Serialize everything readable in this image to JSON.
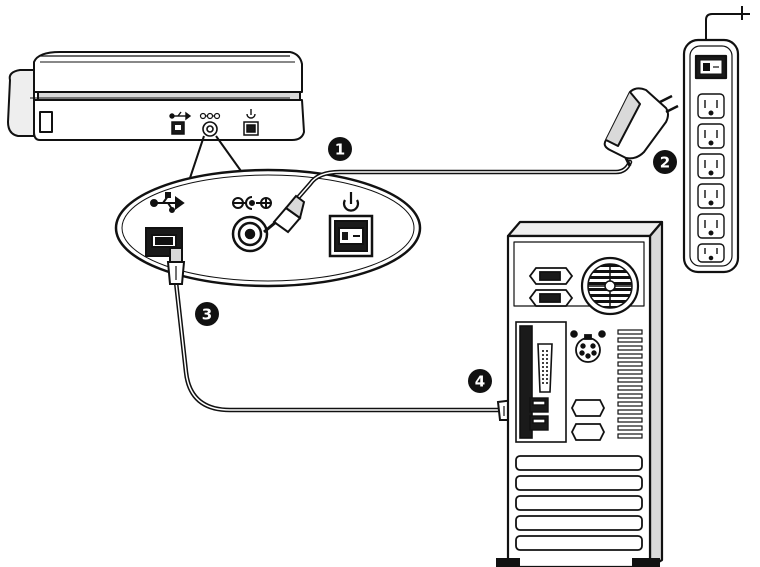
{
  "colors": {
    "ink": "#111111",
    "fill_light": "#ffffff",
    "fill_gray": "#d9d9d9",
    "fill_dark": "#1a1a1a",
    "step_badge": "#111111"
  },
  "icons": {
    "usb": "usb-icon",
    "dc_in": "dc-power-polarity-icon",
    "power": "power-symbol-icon"
  },
  "steps": [
    {
      "id": "1",
      "label": "1"
    },
    {
      "id": "2",
      "label": "2"
    },
    {
      "id": "3",
      "label": "3"
    },
    {
      "id": "4",
      "label": "4"
    }
  ]
}
